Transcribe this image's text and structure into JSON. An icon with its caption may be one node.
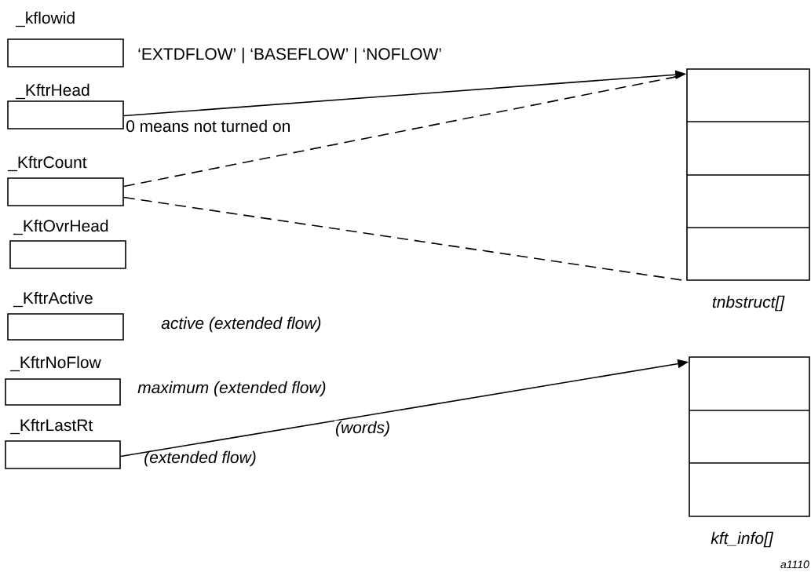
{
  "diagram": {
    "nodes": [
      {
        "text": [
          "_kflowid"
        ],
        "beside": [
          "‘EXTDFLOW’  | ‘BASEFLOW’ | ‘NOFLOW’"
        ]
      },
      {
        "text": [
          "_KftrHead"
        ],
        "beside": [
          "0 means not turned on"
        ]
      },
      {
        "text": [
          "_KftrCount"
        ]
      },
      {
        "text": [
          "_KftOvrHead"
        ]
      },
      {
        "text": [
          "_KftrActive"
        ],
        "beside": [
          "active (extended flow)"
        ]
      },
      {
        "text": [
          "_KftrNoFlow"
        ],
        "beside": [
          "maximum (extended flow)"
        ]
      },
      {
        "text": [
          "_KftrLastRt"
        ],
        "beside": [
          "(extended flow)"
        ]
      },
      {
        "text": [
          "tnbstruct[]"
        ]
      },
      {
        "text": [
          "kft_info[]"
        ]
      }
    ],
    "edges": [
      {
        "from": 1,
        "to": 7,
        "arrow": "to"
      },
      {
        "from": 2,
        "to": 7,
        "arrow": "none",
        "style": "dashed"
      },
      {
        "from": 2,
        "to": 7,
        "arrow": "none",
        "style": "dashed"
      },
      {
        "from": 6,
        "to": 8,
        "arrow": "to",
        "label": "(words)"
      }
    ],
    "labels": [
      "a1110"
    ]
  }
}
